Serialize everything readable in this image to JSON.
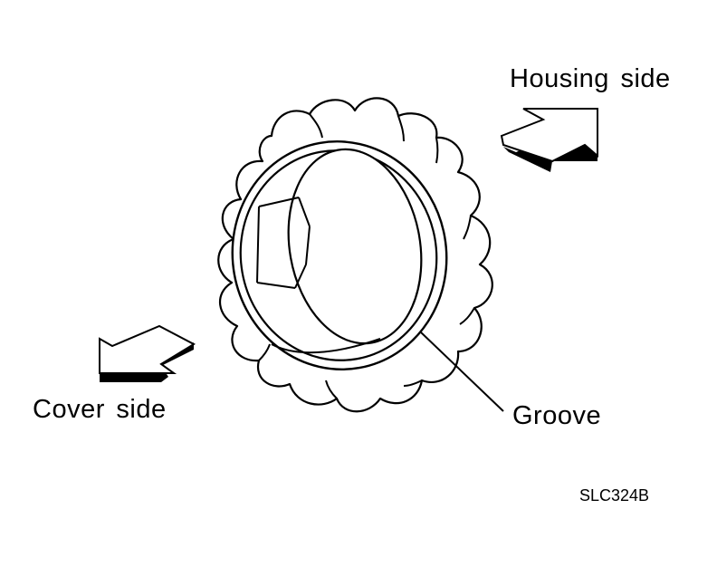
{
  "labels": {
    "housing_side": "Housing side",
    "cover_side": "Cover side",
    "groove": "Groove",
    "figure_code": "SLC324B"
  },
  "colors": {
    "ink": "#000000",
    "paper": "#ffffff"
  },
  "icons": {
    "housing_arrow": "arrow-up-right-icon",
    "cover_arrow": "arrow-down-left-icon"
  }
}
